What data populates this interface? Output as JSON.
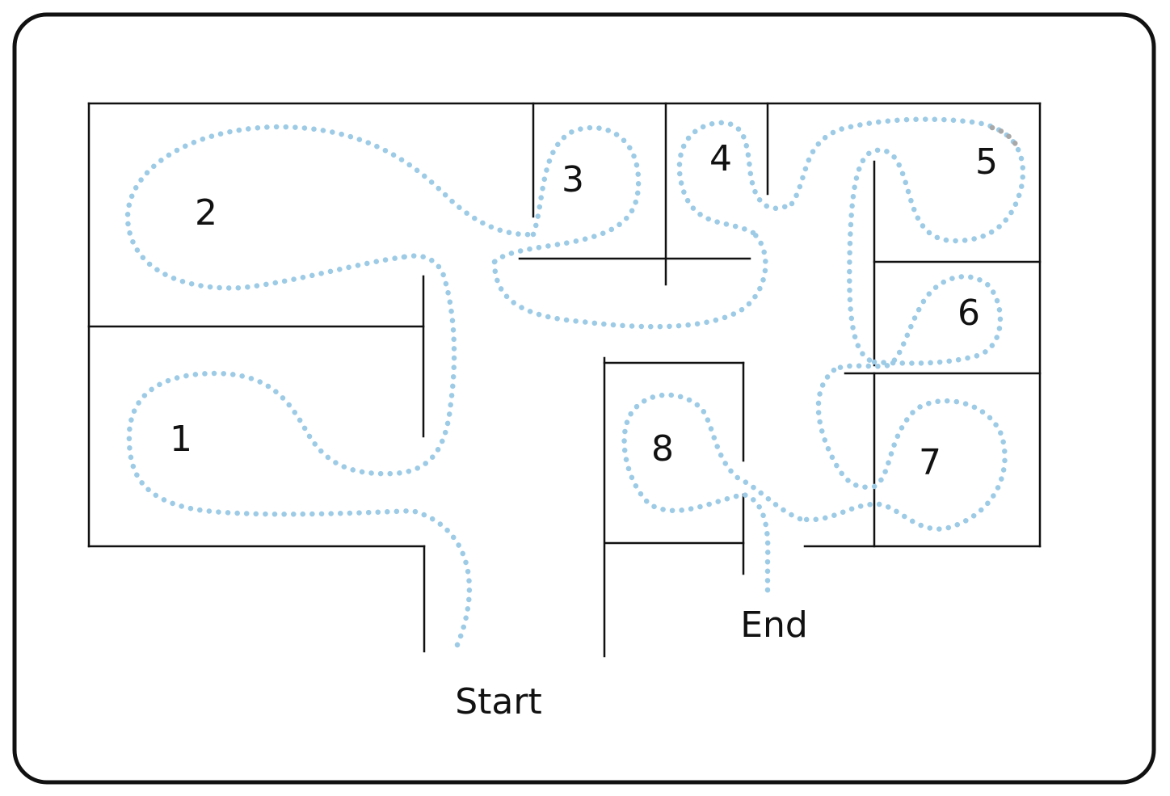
{
  "labels": {
    "start": "Start",
    "end": "End",
    "rooms": [
      "1",
      "2",
      "3",
      "4",
      "5",
      "6",
      "7",
      "8"
    ]
  },
  "colors": {
    "walls": "#111111",
    "path_dots": "#9dcbe6",
    "path_end_dots": "#a8a8a8",
    "background": "#ffffff"
  }
}
